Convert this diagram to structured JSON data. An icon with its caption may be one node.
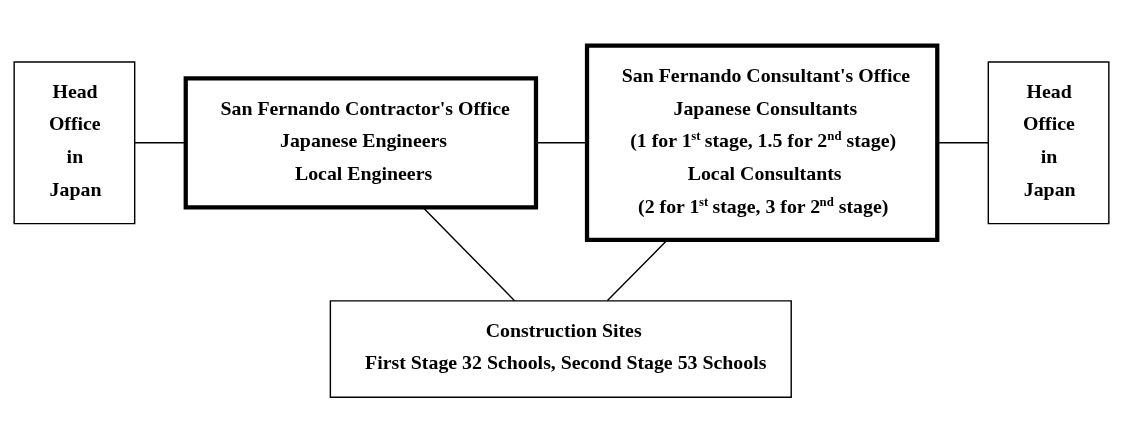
{
  "diagram": {
    "nodes": [
      {
        "text": [
          "Head Office in Japan"
        ]
      },
      {
        "text": [
          "San Fernando Contractor's Office",
          "Japanese Engineers",
          "Local Engineers"
        ]
      },
      {
        "text": [
          "San Fernando Consultant's Office",
          "Japanese Consultants",
          "(1 for 1$^{st}$ stage, 1.5 for 2$^{nd}$ stage)",
          "Local Consultants",
          "(2 for 1$^{st}$ stage, 3 for 2$^{nd}$ stage)"
        ]
      },
      {
        "text": [
          "Head Office in Japan"
        ]
      },
      {
        "text": [
          "Construction Sites",
          "First Stage 32 Schools, Second Stage 53 Schools"
        ]
      }
    ],
    "edges": [
      {
        "from": 0,
        "to": 1,
        "arrow": "none"
      },
      {
        "from": 1,
        "to": 2,
        "arrow": "none"
      },
      {
        "from": 2,
        "to": 3,
        "arrow": "none"
      },
      {
        "from": 1,
        "to": 4,
        "arrow": "none"
      },
      {
        "from": 2,
        "to": 4,
        "arrow": "none"
      }
    ]
  }
}
